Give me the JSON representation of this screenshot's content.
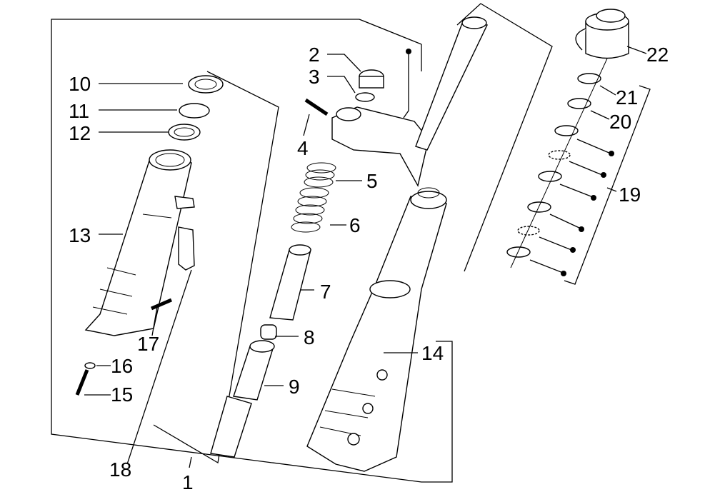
{
  "diagram": {
    "type": "exploded-parts-diagram",
    "subject": "front fork assembly",
    "background": "#ffffff",
    "line_color": "#000000",
    "callouts": [
      {
        "id": "1",
        "label": "1"
      },
      {
        "id": "2",
        "label": "2"
      },
      {
        "id": "3",
        "label": "3"
      },
      {
        "id": "4",
        "label": "4"
      },
      {
        "id": "5",
        "label": "5"
      },
      {
        "id": "6",
        "label": "6"
      },
      {
        "id": "7",
        "label": "7"
      },
      {
        "id": "8",
        "label": "8"
      },
      {
        "id": "9",
        "label": "9"
      },
      {
        "id": "10",
        "label": "10"
      },
      {
        "id": "11",
        "label": "11"
      },
      {
        "id": "12",
        "label": "12"
      },
      {
        "id": "13",
        "label": "13"
      },
      {
        "id": "14",
        "label": "14"
      },
      {
        "id": "15",
        "label": "15"
      },
      {
        "id": "16",
        "label": "16"
      },
      {
        "id": "17",
        "label": "17"
      },
      {
        "id": "18",
        "label": "18"
      },
      {
        "id": "19",
        "label": "19"
      },
      {
        "id": "20",
        "label": "20"
      },
      {
        "id": "21",
        "label": "21"
      },
      {
        "id": "22",
        "label": "22"
      }
    ]
  }
}
